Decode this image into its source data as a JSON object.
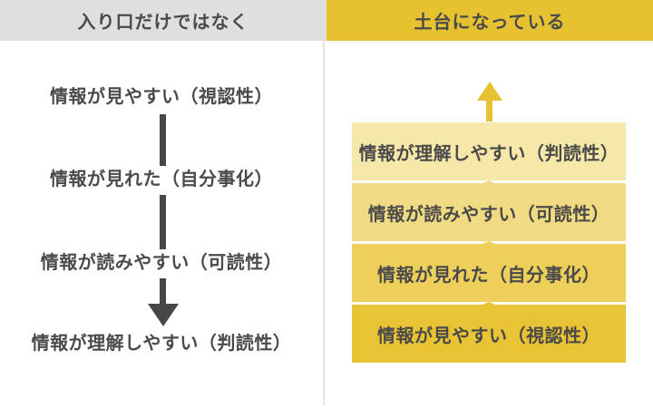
{
  "colors": {
    "background": "#FFFFFF",
    "left_header_bg": "#DFDFDF",
    "accent_yellow": "#E7C230",
    "text_dark": "#4A4A4A",
    "arrow_dark": "#474747",
    "divider": "#E4E4E4",
    "layer_colors": [
      "#F6E8A9",
      "#F1DB82",
      "#EDCF5A",
      "#E8C334"
    ]
  },
  "left_panel": {
    "header": "入り口だけではなく",
    "items": [
      {
        "label": "情報が見やすい（視認性）"
      },
      {
        "label": "情報が見れた（自分事化）"
      },
      {
        "label": "情報が読みやすい（可読性）"
      },
      {
        "label": "情報が理解しやすい（判読性）"
      }
    ],
    "flow_direction": "down"
  },
  "right_panel": {
    "header": "土台になっている",
    "flow_direction": "up",
    "layers": [
      {
        "label": "情報が理解しやすい（判読性）",
        "style": "background:#F6E8A9"
      },
      {
        "label": "情報が読みやすい（可読性）",
        "style": "background:#F1DB82",
        "notch_style": "border-bottom-color:#F1DB82"
      },
      {
        "label": "情報が見れた（自分事化）",
        "style": "background:#EDCF5A",
        "notch_style": "border-bottom-color:#EDCF5A"
      },
      {
        "label": "情報が見やすい（視認性）",
        "style": "background:#E8C334",
        "notch_style": "border-bottom-color:#E8C334"
      }
    ]
  }
}
